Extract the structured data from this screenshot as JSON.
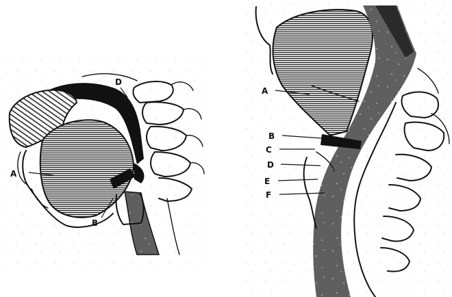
{
  "figures": [
    {
      "id": "left",
      "labels": [
        {
          "key": "A",
          "text": "A"
        },
        {
          "key": "B",
          "text": "B"
        },
        {
          "key": "D",
          "text": "D"
        }
      ]
    },
    {
      "id": "right",
      "labels": [
        {
          "key": "A",
          "text": "A"
        },
        {
          "key": "B",
          "text": "B"
        },
        {
          "key": "C",
          "text": "C"
        },
        {
          "key": "D",
          "text": "D"
        },
        {
          "key": "E",
          "text": "E"
        },
        {
          "key": "F",
          "text": "F"
        }
      ]
    }
  ],
  "colors": {
    "paper": "#ffffff",
    "ink": "#111111",
    "noise": "#9a9a9a"
  }
}
